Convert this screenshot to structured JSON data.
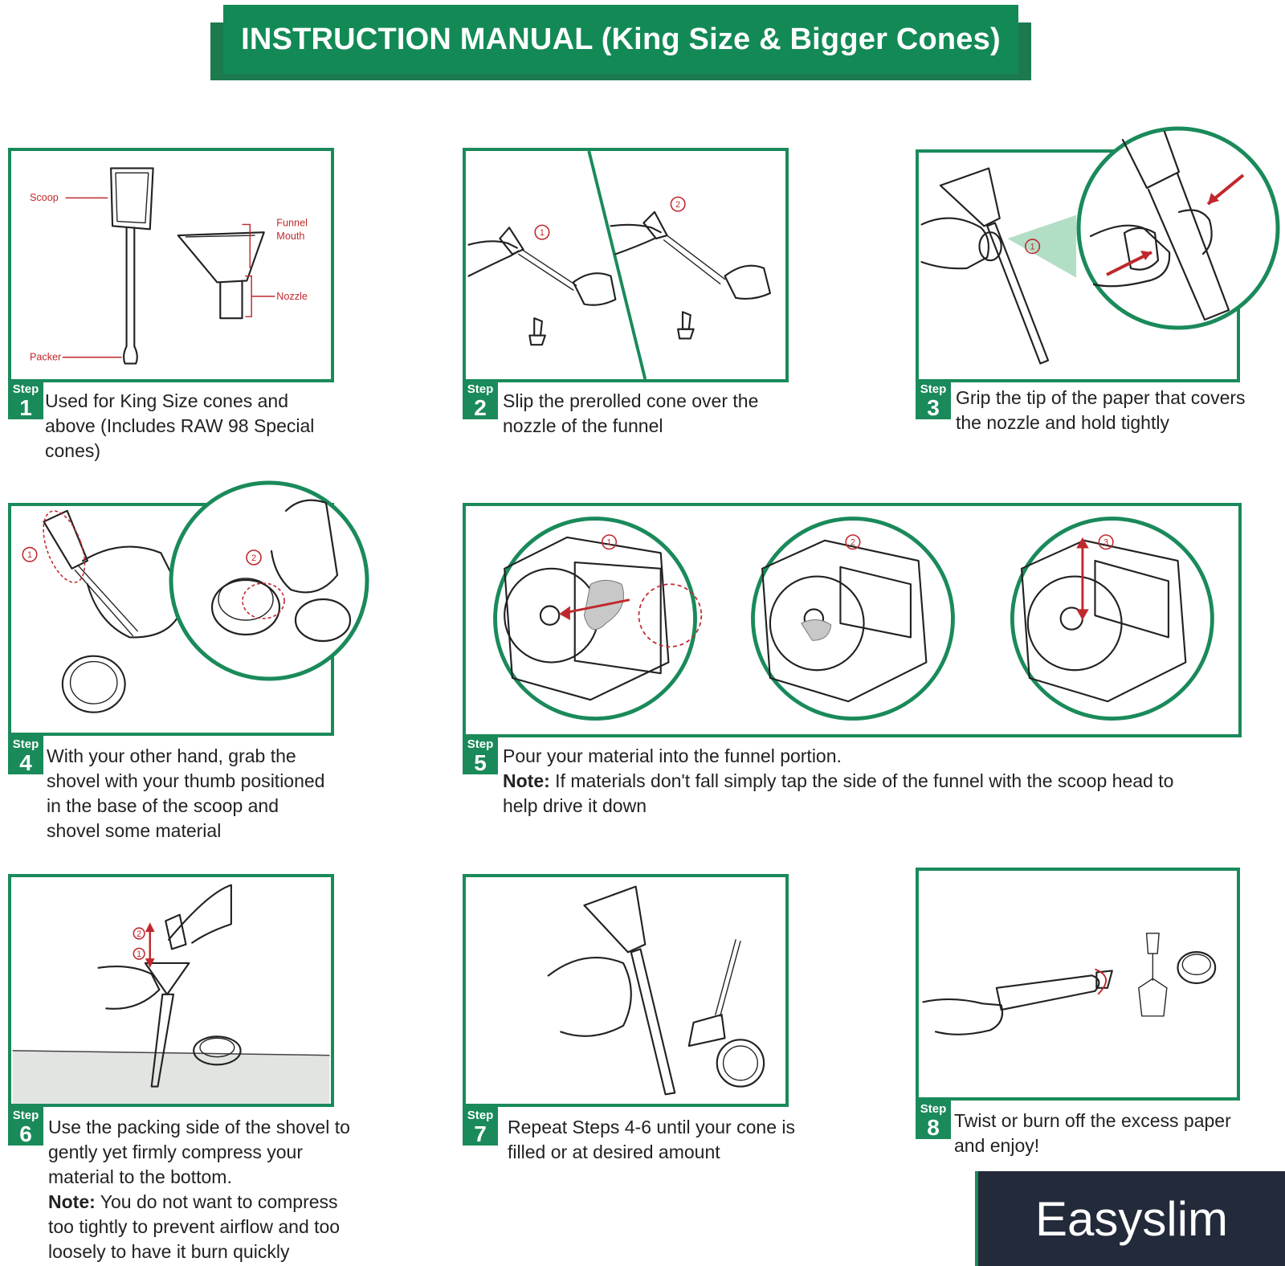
{
  "title": "INSTRUCTION MANUAL (King Size & Bigger Cones)",
  "step_word": "Step",
  "diagram_labels": {
    "scoop": "Scoop",
    "funnel": "Funnel",
    "mouth": "Mouth",
    "nozzle": "Nozzle",
    "packer": "Packer"
  },
  "markers": [
    "1",
    "2",
    "3"
  ],
  "steps": [
    {
      "number": "1",
      "text": "Used for King Size cones and above (Includes RAW 98 Special cones)"
    },
    {
      "number": "2",
      "text": "Slip the prerolled cone over the nozzle of the funnel"
    },
    {
      "number": "3",
      "text": "Grip the tip of the paper that covers the nozzle and hold tightly"
    },
    {
      "number": "4",
      "text": "With your other hand, grab the shovel with your thumb positioned in the base of the scoop and shovel some material"
    },
    {
      "number": "5",
      "text": "Pour your material into the funnel portion.",
      "note_label": "Note:",
      "note": "If materials don't fall simply tap the side of the funnel with the scoop head to help drive it down"
    },
    {
      "number": "6",
      "text": "Use the packing side of the shovel to gently yet firmly compress your material to the bottom.",
      "note_label": "Note:",
      "note": "You do not want to compress too tightly to prevent airflow and too loosely to have it burn quickly"
    },
    {
      "number": "7",
      "text": "Repeat Steps 4-6 until your cone is filled or at desired amount"
    },
    {
      "number": "8",
      "text": "Twist or burn off the excess paper and enjoy!"
    }
  ],
  "brand": "Easyslim",
  "colors": {
    "accent": "#1a8a5a",
    "banner": "#138a56",
    "label_red": "#c0282d",
    "brand_bg": "#232a3a"
  }
}
